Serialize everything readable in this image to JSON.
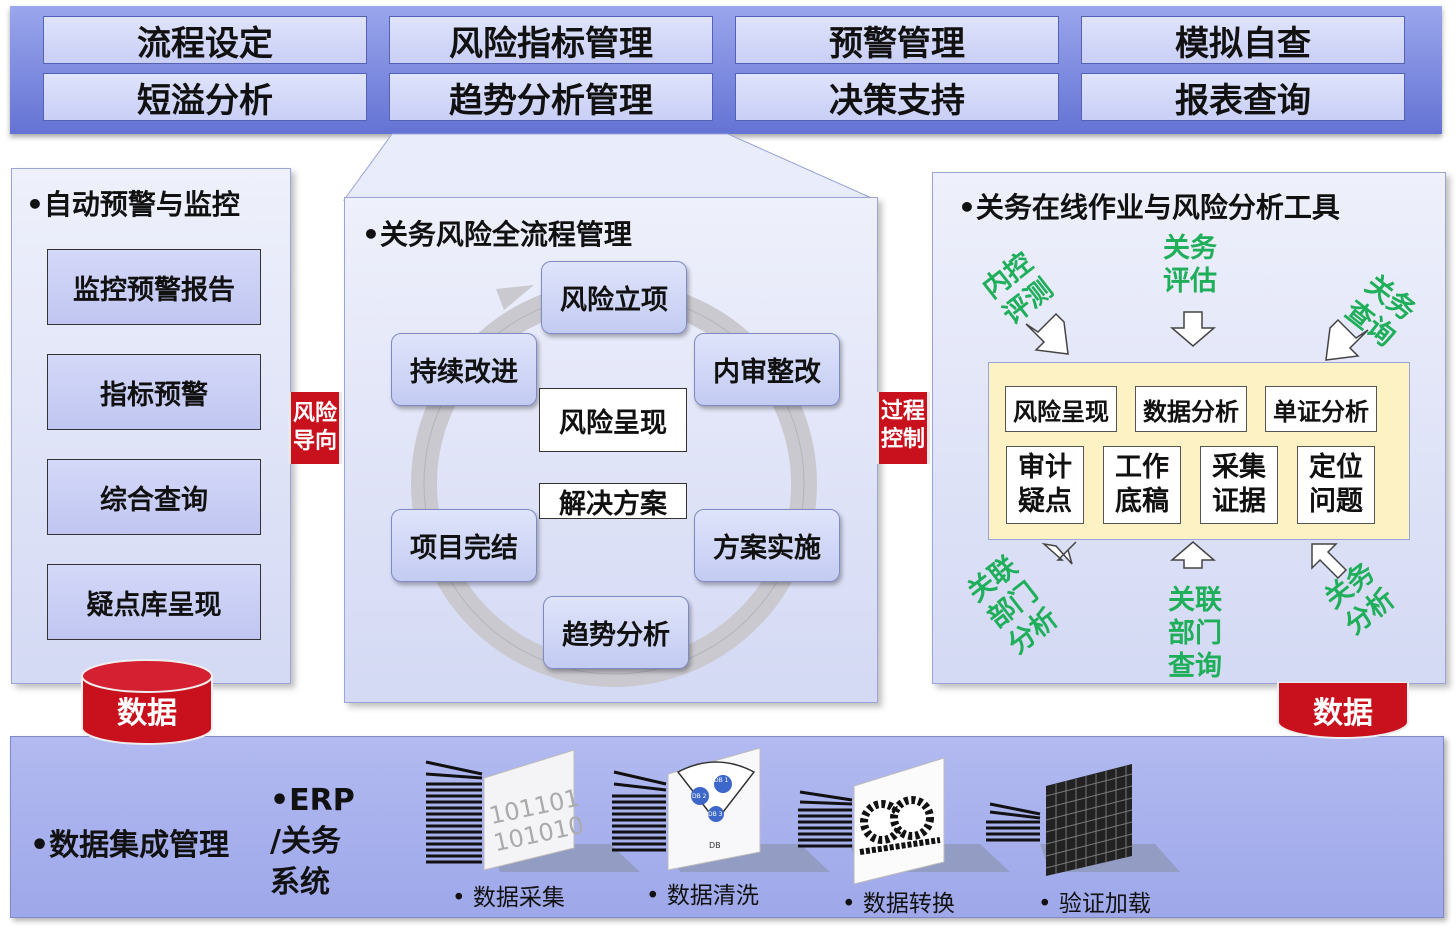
{
  "top_menu": [
    [
      "流程设定",
      "风险指标管理",
      "预警管理",
      "模拟自查"
    ],
    [
      "短溢分析",
      "趋势分析管理",
      "决策支持",
      "报表查询"
    ]
  ],
  "left_panel": {
    "title": "•自动预警与监控",
    "items": [
      "监控预警报告",
      "指标预警",
      "综合查询",
      "疑点库呈现"
    ]
  },
  "connector_left": {
    "line1": "风险",
    "line2": "导向"
  },
  "center_panel": {
    "title": "•关务风险全流程管理",
    "cycle": {
      "top": "风险立项",
      "right_top": "内审整改",
      "right_bottom": "方案实施",
      "bottom": "趋势分析",
      "left_bottom": "项目完结",
      "left_top": "持续改进"
    },
    "center_boxes": [
      "风险呈现",
      "解决方案"
    ]
  },
  "connector_right": {
    "line1": "过程",
    "line2": "控制"
  },
  "right_panel": {
    "title": "•关务在线作业与风险分析工具",
    "labels": {
      "internal_control": {
        "l1": "内控",
        "l2": "评测"
      },
      "customs_assess": {
        "l1": "关务",
        "l2": "评估"
      },
      "customs_query": {
        "l1": "关务",
        "l2": "查询"
      },
      "related_analysis": {
        "l1": "关联",
        "l2": "部门",
        "l3": "分析"
      },
      "related_query": {
        "l1": "关联",
        "l2": "部门",
        "l3": "查询"
      },
      "customs_analysis": {
        "l1": "关务",
        "l2": "分析"
      }
    },
    "tools_row1": [
      "风险呈现",
      "数据分析",
      "单证分析"
    ],
    "tools_row2": [
      {
        "l1": "审计",
        "l2": "疑点"
      },
      {
        "l1": "工作",
        "l2": "底稿"
      },
      {
        "l1": "采集",
        "l2": "证据"
      },
      {
        "l1": "定位",
        "l2": "问题"
      }
    ]
  },
  "data_cylinder_left": "数据",
  "data_cylinder_right": "数据",
  "bottom": {
    "title": "•数据集成管理",
    "erp": {
      "l1": "•ERP",
      "l2": "/关务",
      "l3": "系统"
    },
    "binary": {
      "l1": "101101",
      "l2": "101010"
    },
    "funnel": {
      "db1": "DB 1",
      "db2": "DB 2",
      "db3": "DB 3",
      "label": "DB"
    },
    "steps": [
      "数据采集",
      "数据清洗",
      "数据转换",
      "验证加载"
    ]
  },
  "colors": {
    "top_bar": "#7582e0",
    "panel_bg": "#dde1f7",
    "box_fill": "#c9cff6",
    "red_tag": "#c9111d",
    "green_text": "#1fae5a",
    "tool_bg": "#fdf2c4"
  }
}
